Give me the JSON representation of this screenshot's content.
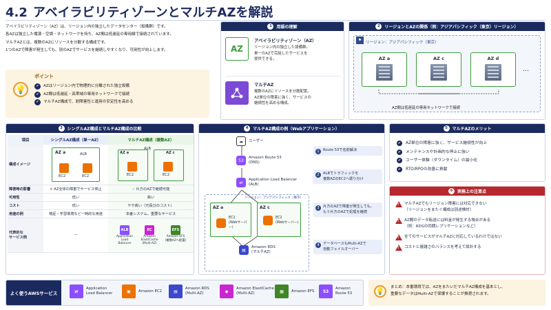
{
  "header": {
    "number": "4.2",
    "title": "アベイラビリティゾーンとマルチAZを解説"
  },
  "intro": [
    "アベイラビリティゾーン（AZ）は、リージョン内の独立したデータセンター（設備群）です。",
    "各AZは独立した電源・空調・ネットワークを持ち、AZ間は低遅延の専用線で接続されています。",
    "マルチAZとは、複数のAZにリソースを分散する構成です。",
    "1つのAZで障害が発生しても、別のAZでサービスを継続しやすくなり、可用性が向上します。"
  ],
  "point": {
    "title": "ポイント",
    "items": [
      "AZはリージョン内で物理的に分離された独立設備",
      "AZ間は低遅延・高帯域の専用ネットワークで接続",
      "マルチAZ構成で、耐障害性と運用の安定性を高める"
    ]
  },
  "concept": {
    "num": "1",
    "title": "用語の理解",
    "az": {
      "icon": "AZ",
      "title": "アベイラビリティゾーン（AZ）",
      "desc": [
        "リージョン内の独立した設備群。",
        "単一のAZで完結したサービスを",
        "提供できる。"
      ]
    },
    "multi": {
      "title": "マルチAZ",
      "desc": [
        "複数のAZにリソースを分散配置。",
        "AZ単位の障害に強く、サービスの",
        "継続性を高める構成。"
      ]
    }
  },
  "region": {
    "num": "2",
    "title": "リージョンとAZの関係（例：アジアパシフィック（東京）リージョン）",
    "label": "リージョン：アジアパシフィック（東京）",
    "azs": [
      "AZ a",
      "AZ c",
      "AZ d"
    ],
    "more": "…",
    "note": "AZ間は低遅延の専用ネットワークで接続"
  },
  "compare": {
    "num": "3",
    "title": "シングルAZ構成とマルチAZ構成の比較",
    "headers": [
      "項目",
      "シングルAZ構成（単一AZ）",
      "マルチAZ構成（複数AZ）"
    ],
    "image_label": "構成イメージ",
    "single_az": "AZ a",
    "multi_az_a": "AZ a",
    "multi_az_c": "AZ c",
    "alb": "ALB",
    "ec2": "EC2",
    "rows": [
      {
        "label": "障害時の影響",
        "single": "AZ全体の障害でサービス停止",
        "multi": "片方のAZで継続可能"
      },
      {
        "label": "可用性",
        "single": "低い",
        "multi": "高い"
      },
      {
        "label": "コスト",
        "single": "低い",
        "multi": "やや高い（冗長分のコスト）"
      },
      {
        "label": "用途の例",
        "single": "検証・学習環境など一時的な用途",
        "multi": "本番システム、重要なサービス"
      }
    ],
    "svc_label": "代表的な\nサービス例",
    "svc_single": "—",
    "svcs": [
      "Application Load Balancer",
      "Amazon ElastiCache (Multi-AZ)",
      "Amazon EFS (複数AZへ配置)"
    ]
  },
  "web": {
    "num": "4",
    "title": "マルチAZ構成の例（Webアプリケーション）",
    "user": "ユーザー",
    "r53": "Amazon Route 53\n(DNS)",
    "alb": "Application Load Balancer\n(ALB)",
    "region": "リージョン：アジアパシフィック（東京）",
    "aza": "AZ a",
    "azc": "AZ c",
    "ec2a": "EC2\n(Webサーバー)",
    "ec2c": "EC2\n(Webサーバー)",
    "rds": "Amazon RDS\n(マルチAZ)",
    "steps": [
      "Route 53で名前解決",
      "ALBでトラフィックを\n複数AZのEC2へ振り分け",
      "片方のAZで障害が発生しても、\nもう片方のAZで処理を継続",
      "データベースもMulti-AZで\n自動フェイルオーバー"
    ]
  },
  "merit": {
    "num": "5",
    "title": "マルチAZのメリット",
    "items": [
      "AZ単位の障害に強く、サービス継続性が向上",
      "メンテナンスや計画的な停止に強い",
      "ユーザー体験（ダウンタイム）の最小化",
      "RTO/RPOの改善に貢献"
    ]
  },
  "caution": {
    "num": "6",
    "title": "実務上の注意点",
    "items": [
      "マルチAZでもリージョン障害には対応できない\n（リージョンをまたぐ構成は別途検討）",
      "AZ間のデータ転送には料金が発生する場合がある\n（例：RDSの同期レプリケーションなど）",
      "全てのサービスがマルチAZに対応しているわけではない",
      "コストと複雑さのバランスを考えて設計する"
    ]
  },
  "services": {
    "label": "よく使うAWSサービス",
    "items": [
      {
        "name": "Application\nLoad Balancer",
        "color": "#8c4fff",
        "icon": "ALB"
      },
      {
        "name": "Amazon EC2",
        "color": "#ed7100",
        "icon": "EC2"
      },
      {
        "name": "Amazon RDS\n(Multi-AZ)",
        "color": "#3b48cc",
        "icon": "RDS"
      },
      {
        "name": "Amazon ElastiCache\n(Multi-AZ)",
        "color": "#c925d1",
        "icon": "EC"
      },
      {
        "name": "Amazon EFS",
        "color": "#3f8624",
        "icon": "EFS"
      },
      {
        "name": "Amazon\nRoute 53",
        "color": "#8c4fff",
        "icon": "53"
      }
    ]
  },
  "summary": {
    "text": "まとめ：本番環境では、AZをまたいだマルチAZ構成を基本とし、\n重要なデータはMulti-AZで保護することが推奨されます。"
  }
}
